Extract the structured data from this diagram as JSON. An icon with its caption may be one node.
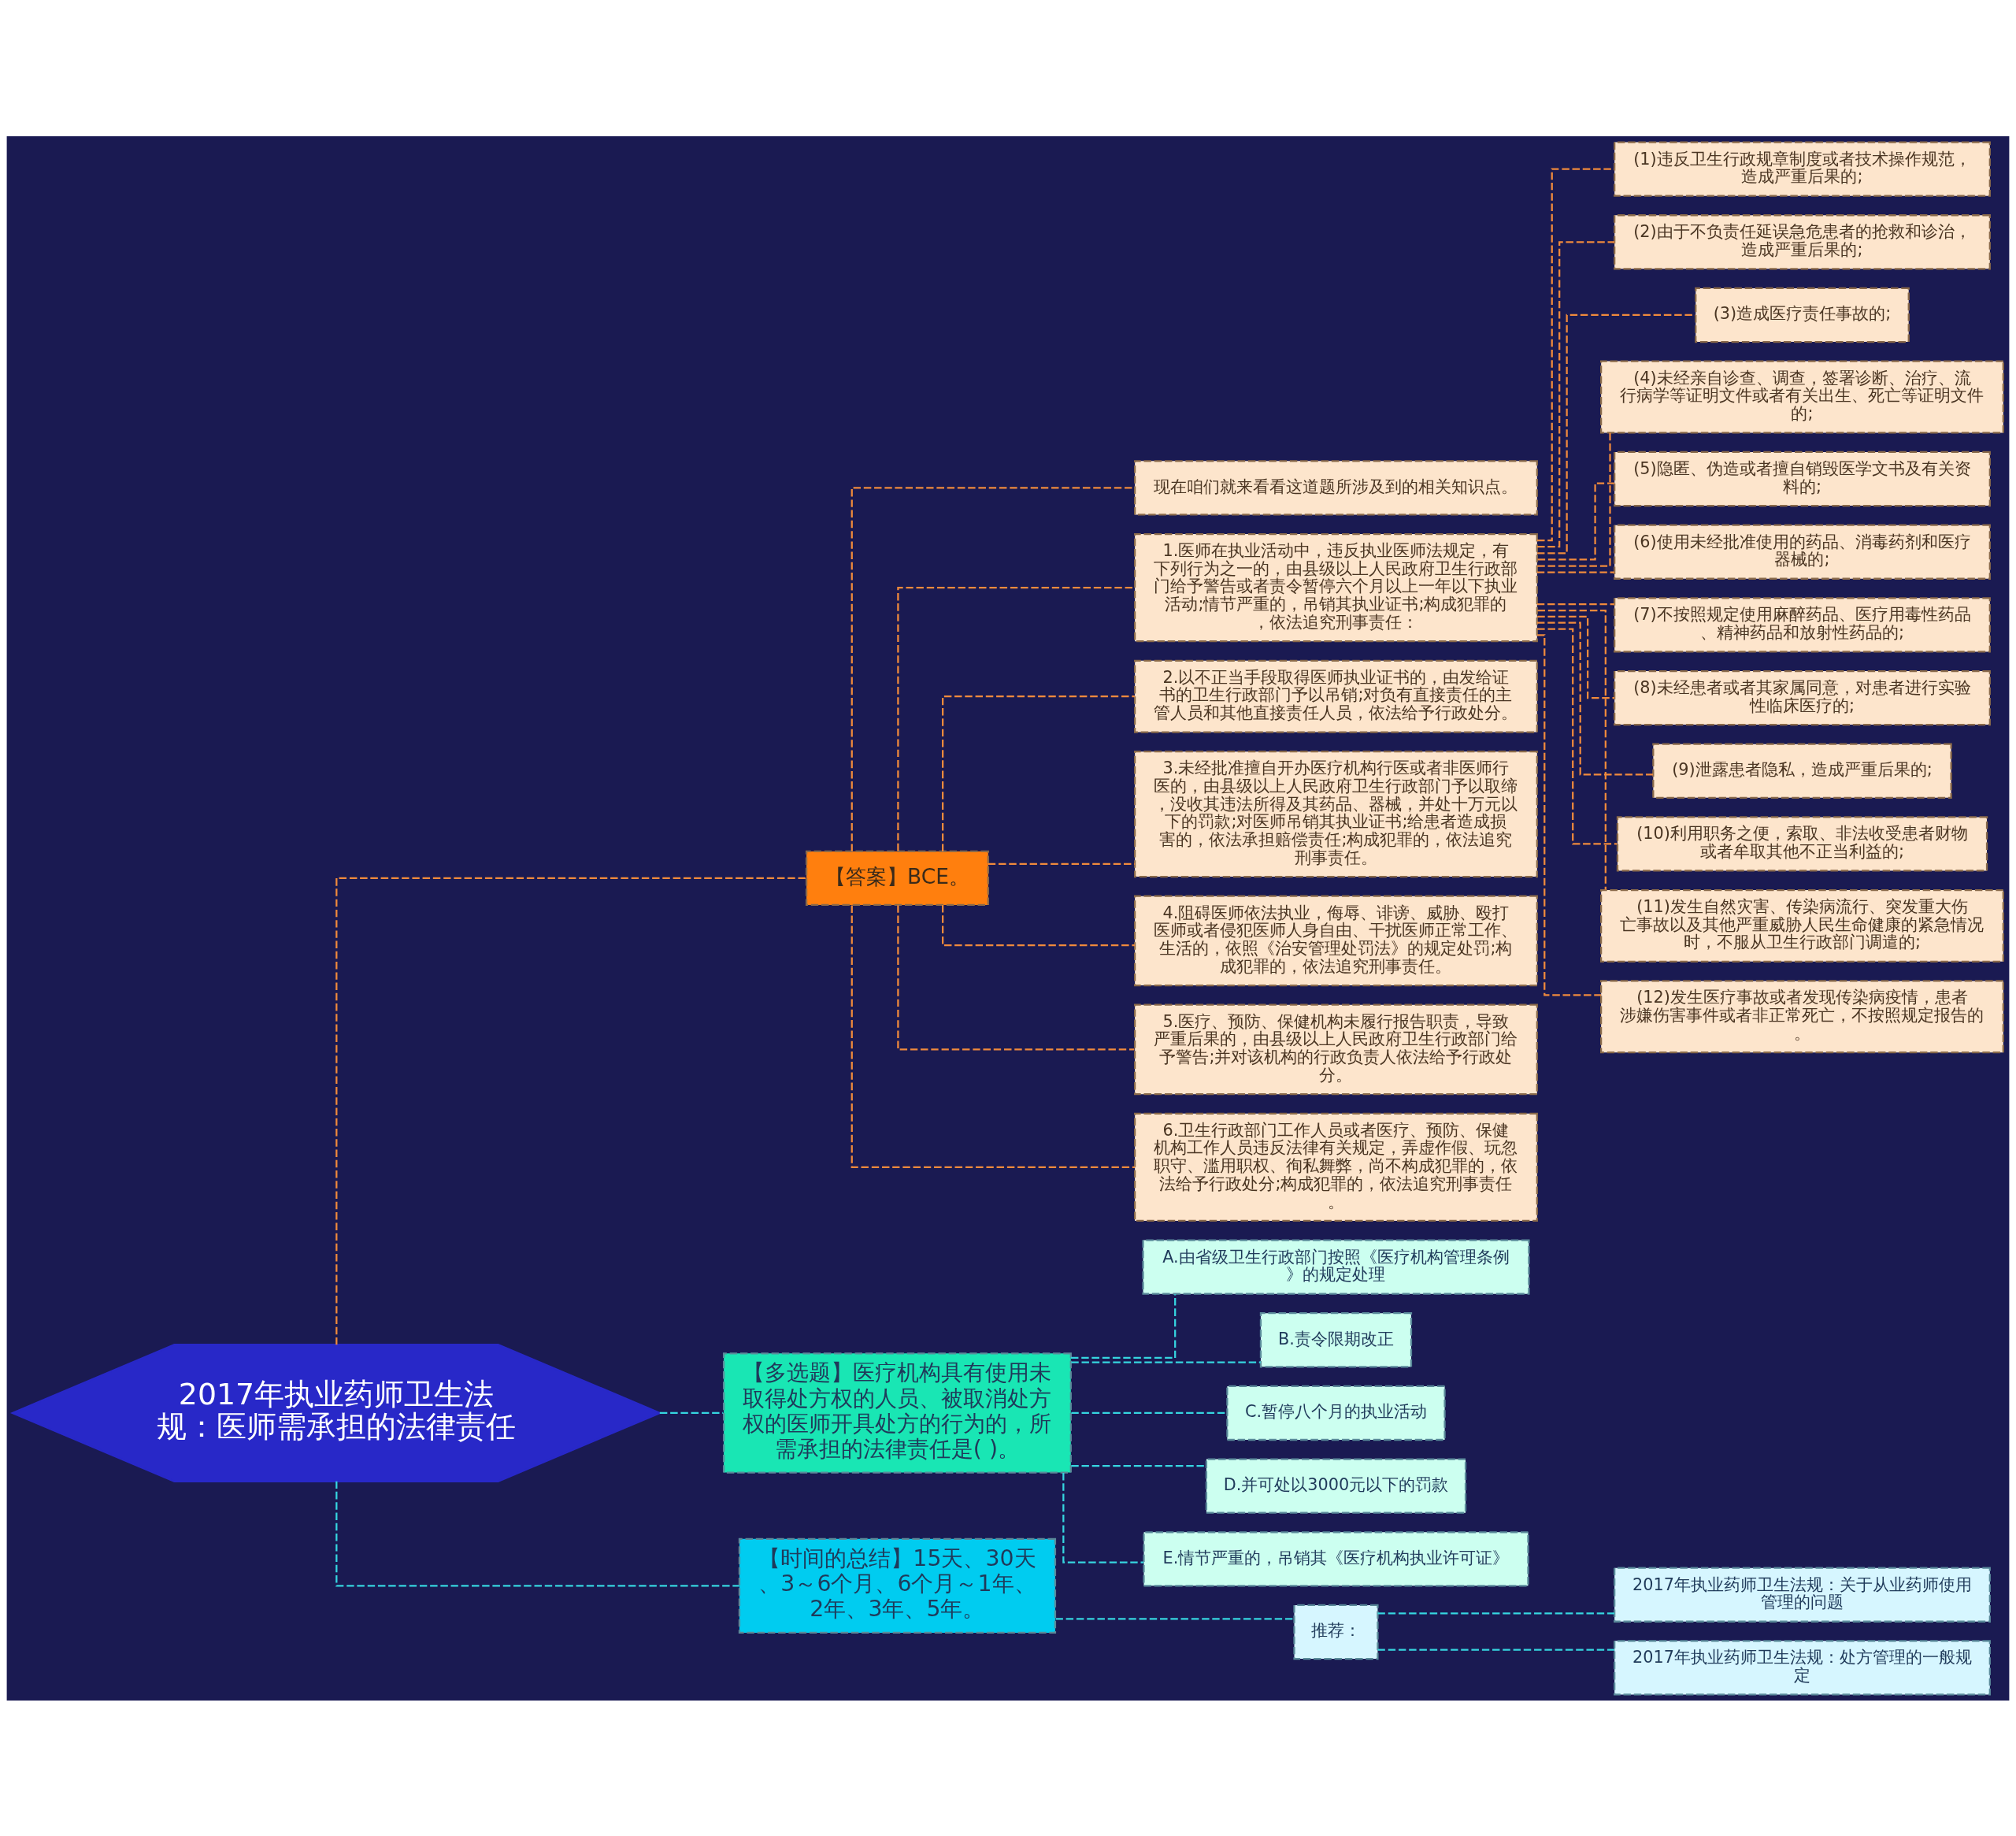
{
  "diagram": {
    "nodes": [
      {
        "text": [
          "2017年执业药师卫生法规：医师需承担的法律责任"
        ]
      },
      {
        "text": [
          "【答案】BCE。"
        ]
      },
      {
        "text": [
          "现在咱们就来看看这道题所涉及到的相关知识点。"
        ]
      },
      {
        "text": [
          "1.医师在执业活动中，违反执业医师法规定，有下列行为之一的，由县级以上人民政府卫生行政部门给予警告或者责令暂停六个月以上一年以下执业活动;情节严重的，吊销其执业证书;构成犯罪的，依法追究刑事责任："
        ]
      },
      {
        "text": [
          "(1)违反卫生行政规章制度或者技术操作规范，造成严重后果的;"
        ]
      },
      {
        "text": [
          "(2)由于不负责任延误急危患者的抢救和诊治，造成严重后果的;"
        ]
      },
      {
        "text": [
          "(3)造成医疗责任事故的;"
        ]
      },
      {
        "text": [
          "(4)未经亲自诊查、调查，签署诊断、治疗、流行病学等证明文件或者有关出生、死亡等证明文件的;"
        ]
      },
      {
        "text": [
          "(5)隐匿、伪造或者擅自销毁医学文书及有关资料的;"
        ]
      },
      {
        "text": [
          "(6)使用未经批准使用的药品、消毒药剂和医疗器械的;"
        ]
      },
      {
        "text": [
          "(7)不按照规定使用麻醉药品、医疗用毒性药品、精神药品和放射性药品的;"
        ]
      },
      {
        "text": [
          "(8)未经患者或者其家属同意，对患者进行实验性临床医疗的;"
        ]
      },
      {
        "text": [
          "(9)泄露患者隐私，造成严重后果的;"
        ]
      },
      {
        "text": [
          "(10)利用职务之便，索取、非法收受患者财物或者牟取其他不正当利益的;"
        ]
      },
      {
        "text": [
          "(11)发生自然灾害、传染病流行、突发重大伤亡事故以及其他严重威胁人民生命健康的紧急情况时，不服从卫生行政部门调遣的;"
        ]
      },
      {
        "text": [
          "(12)发生医疗事故或者发现传染病疫情，患者涉嫌伤害事件或者非正常死亡，不按照规定报告的。"
        ]
      },
      {
        "text": [
          "2.以不正当手段取得医师执业证书的，由发给证书的卫生行政部门予以吊销;对负有直接责任的主管人员和其他直接责任人员，依法给予行政处分。"
        ]
      },
      {
        "text": [
          "3.未经批准擅自开办医疗机构行医或者非医师行医的，由县级以上人民政府卫生行政部门予以取缔，没收其违法所得及其药品、器械，并处十万元以下的罚款;对医师吊销其执业证书;给患者造成损害的，依法承担赔偿责任;构成犯罪的，依法追究刑事责任。"
        ]
      },
      {
        "text": [
          "4.阻碍医师依法执业，侮辱、诽谤、威胁、殴打医师或者侵犯医师人身自由、干扰医师正常工作、生活的，依照《治安管理处罚法》的规定处罚;构成犯罪的，依法追究刑事责任。"
        ]
      },
      {
        "text": [
          "5.医疗、预防、保健机构未履行报告职责，导致严重后果的，由县级以上人民政府卫生行政部门给予警告;并对该机构的行政负责人依法给予行政处分。"
        ]
      },
      {
        "text": [
          "6.卫生行政部门工作人员或者医疗、预防、保健机构工作人员违反法律有关规定，弄虚作假、玩忽职守、滥用职权、徇私舞弊，尚不构成犯罪的，依法给予行政处分;构成犯罪的，依法追究刑事责任。"
        ]
      },
      {
        "text": [
          "【多选题】医疗机构具有使用未取得处方权的人员、被取消处方权的医师开具处方的行为的，所需承担的法律责任是( )。"
        ]
      },
      {
        "text": [
          "A.由省级卫生行政部门按照《医疗机构管理条例》的规定处理"
        ]
      },
      {
        "text": [
          "B.责令限期改正"
        ]
      },
      {
        "text": [
          "C.暂停八个月的执业活动"
        ]
      },
      {
        "text": [
          "D.并可处以3000元以下的罚款"
        ]
      },
      {
        "text": [
          "E.情节严重的，吊销其《医疗机构执业许可证》"
        ]
      },
      {
        "text": [
          "【时间的总结】15天、30天、3～6个月、6个月～1年、2年、3年、5年。"
        ]
      },
      {
        "text": [
          "推荐："
        ]
      },
      {
        "text": [
          "2017年执业药师卫生法规：关于从业药师使用管理的问题"
        ]
      },
      {
        "text": [
          "2017年执业药师卫生法规：处方管理的一般规定"
        ]
      }
    ],
    "edges": [
      {
        "from": 0,
        "to": 1,
        "arrow": "none"
      },
      {
        "from": 1,
        "to": 2,
        "arrow": "none"
      },
      {
        "from": 1,
        "to": 3,
        "arrow": "none"
      },
      {
        "from": 3,
        "to": 4,
        "arrow": "none"
      },
      {
        "from": 3,
        "to": 5,
        "arrow": "none"
      },
      {
        "from": 3,
        "to": 6,
        "arrow": "none"
      },
      {
        "from": 3,
        "to": 7,
        "arrow": "none"
      },
      {
        "from": 3,
        "to": 8,
        "arrow": "none"
      },
      {
        "from": 3,
        "to": 9,
        "arrow": "none"
      },
      {
        "from": 3,
        "to": 10,
        "arrow": "none"
      },
      {
        "from": 3,
        "to": 11,
        "arrow": "none"
      },
      {
        "from": 3,
        "to": 12,
        "arrow": "none"
      },
      {
        "from": 3,
        "to": 13,
        "arrow": "none"
      },
      {
        "from": 3,
        "to": 14,
        "arrow": "none"
      },
      {
        "from": 3,
        "to": 15,
        "arrow": "none"
      },
      {
        "from": 1,
        "to": 16,
        "arrow": "none"
      },
      {
        "from": 1,
        "to": 17,
        "arrow": "none"
      },
      {
        "from": 1,
        "to": 18,
        "arrow": "none"
      },
      {
        "from": 1,
        "to": 19,
        "arrow": "none"
      },
      {
        "from": 1,
        "to": 20,
        "arrow": "none"
      },
      {
        "from": 0,
        "to": 21,
        "arrow": "none",
        "color": "#36d6e0"
      },
      {
        "from": 21,
        "to": 22,
        "arrow": "none",
        "color": "#36d6e0"
      },
      {
        "from": 21,
        "to": 23,
        "arrow": "none",
        "color": "#36d6e0"
      },
      {
        "from": 21,
        "to": 24,
        "arrow": "none",
        "color": "#36d6e0"
      },
      {
        "from": 21,
        "to": 25,
        "arrow": "none",
        "color": "#36d6e0"
      },
      {
        "from": 21,
        "to": 26,
        "arrow": "none",
        "color": "#36d6e0"
      },
      {
        "from": 0,
        "to": 27,
        "arrow": "none",
        "color": "#36d6e0"
      },
      {
        "from": 27,
        "to": 28,
        "arrow": "none",
        "color": "#36d6e0"
      },
      {
        "from": 28,
        "to": 29,
        "arrow": "none",
        "color": "#36d6e0"
      },
      {
        "from": 28,
        "to": 30,
        "arrow": "none",
        "color": "#36d6e0"
      }
    ]
  }
}
